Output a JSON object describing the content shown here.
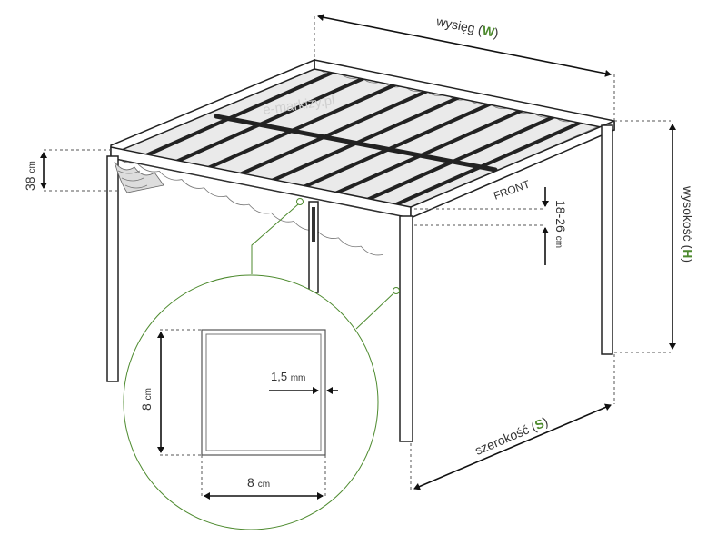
{
  "labels": {
    "width_word": "wysięg",
    "width_letter": "W",
    "height_word": "wysokość",
    "height_letter": "H",
    "depth_word": "szerokość",
    "depth_letter": "S",
    "front": "FRONT",
    "beam_height": "38",
    "beam_height_unit": "cm",
    "drop_range": "18-26",
    "drop_range_unit": "cm",
    "wall_thickness": "1,5",
    "wall_thickness_unit": "mm",
    "profile_side": "8",
    "profile_side_unit": "cm",
    "profile_bottom": "8",
    "profile_bottom_unit": "cm",
    "watermark": "e-markizy.pl"
  },
  "colors": {
    "accent": "#4d8a2e",
    "line": "#222222",
    "canopy": "#eaeaea"
  }
}
